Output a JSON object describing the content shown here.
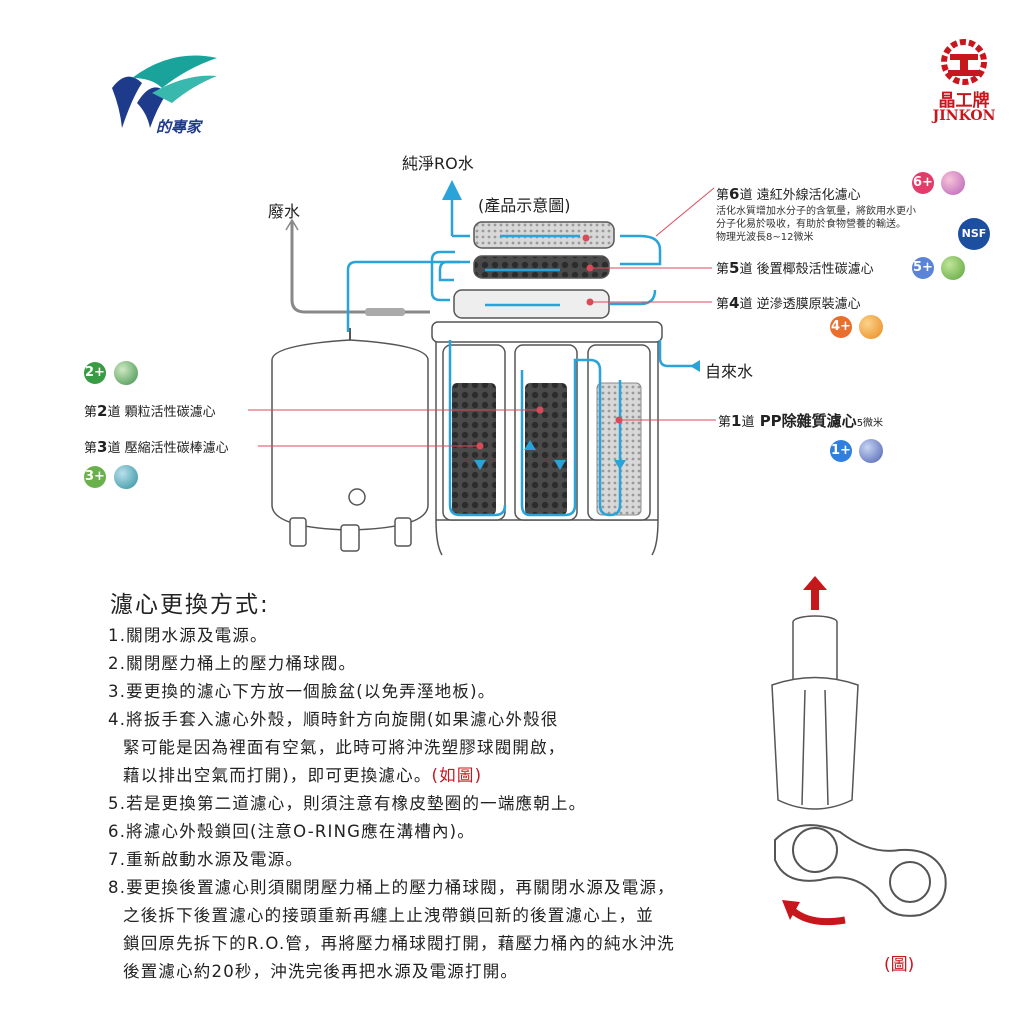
{
  "brand": {
    "tagline": "的專家",
    "company_cn": "晶工牌",
    "company_en": "JINKON",
    "red": "#c8161d",
    "blue": "#29a3d8"
  },
  "diagram": {
    "title": "(產品示意圖)",
    "pure_water": "純淨RO水",
    "waste_water": "廢水",
    "tap_water": "自來水",
    "stage1": {
      "prefix": "第",
      "num": "1",
      "suffix": "道",
      "name": " PP除雜質濾心",
      "note": "5微米",
      "badge": "1+"
    },
    "stage2": {
      "prefix": "第",
      "num": "2",
      "suffix": "道",
      "name": " 顆粒活性碳濾心",
      "badge": "2+"
    },
    "stage3": {
      "prefix": "第",
      "num": "3",
      "suffix": "道",
      "name": " 壓縮活性碳棒濾心",
      "badge": "3+"
    },
    "stage4": {
      "prefix": "第",
      "num": "4",
      "suffix": "道",
      "name": " 逆滲透膜原裝濾心",
      "badge": "4+"
    },
    "stage5": {
      "prefix": "第",
      "num": "5",
      "suffix": "道",
      "name": " 後置椰殼活性碳濾心",
      "badge": "5+"
    },
    "stage6": {
      "prefix": "第",
      "num": "6",
      "suffix": "道",
      "name": " 遠紅外線活化濾心",
      "badge": "6+",
      "desc1": "活化水質增加水分子的含氧量，將飲用水更小",
      "desc2": "分子化易於吸收，有助於食物營養的輸送。",
      "desc3": "物理光波長8~12微米"
    },
    "nsf": "NSF"
  },
  "instructions": {
    "heading": "濾心更換方式:",
    "steps": [
      "1.關閉水源及電源。",
      "2.關閉壓力桶上的壓力桶球閥。",
      "3.要更換的濾心下方放一個臉盆(以免弄溼地板)。",
      "4.將扳手套入濾心外殼，順時針方向旋開(如果濾心外殼很",
      "緊可能是因為裡面有空氣，此時可將沖洗塑膠球閥開啟，",
      "藉以排出空氣而打開)，即可更換濾心。",
      "5.若是更換第二道濾心，則須注意有橡皮墊圈的一端應朝上。",
      "6.將濾心外殼鎖回(注意O-RING應在溝槽內)。",
      "7.重新啟動水源及電源。",
      "8.要更換後置濾心則須關閉壓力桶上的壓力桶球閥，再關閉水源及電源，",
      "之後拆下後置濾心的接頭重新再纏上止洩帶鎖回新的後置濾心上，並",
      "鎖回原先拆下的R.O.管，再將壓力桶球閥打開，藉壓力桶內的純水沖洗",
      "後置濾心約20秒，沖洗完後再把水源及電源打開。"
    ],
    "see_figure": "(如圖)",
    "figure_caption": "(圖)"
  }
}
